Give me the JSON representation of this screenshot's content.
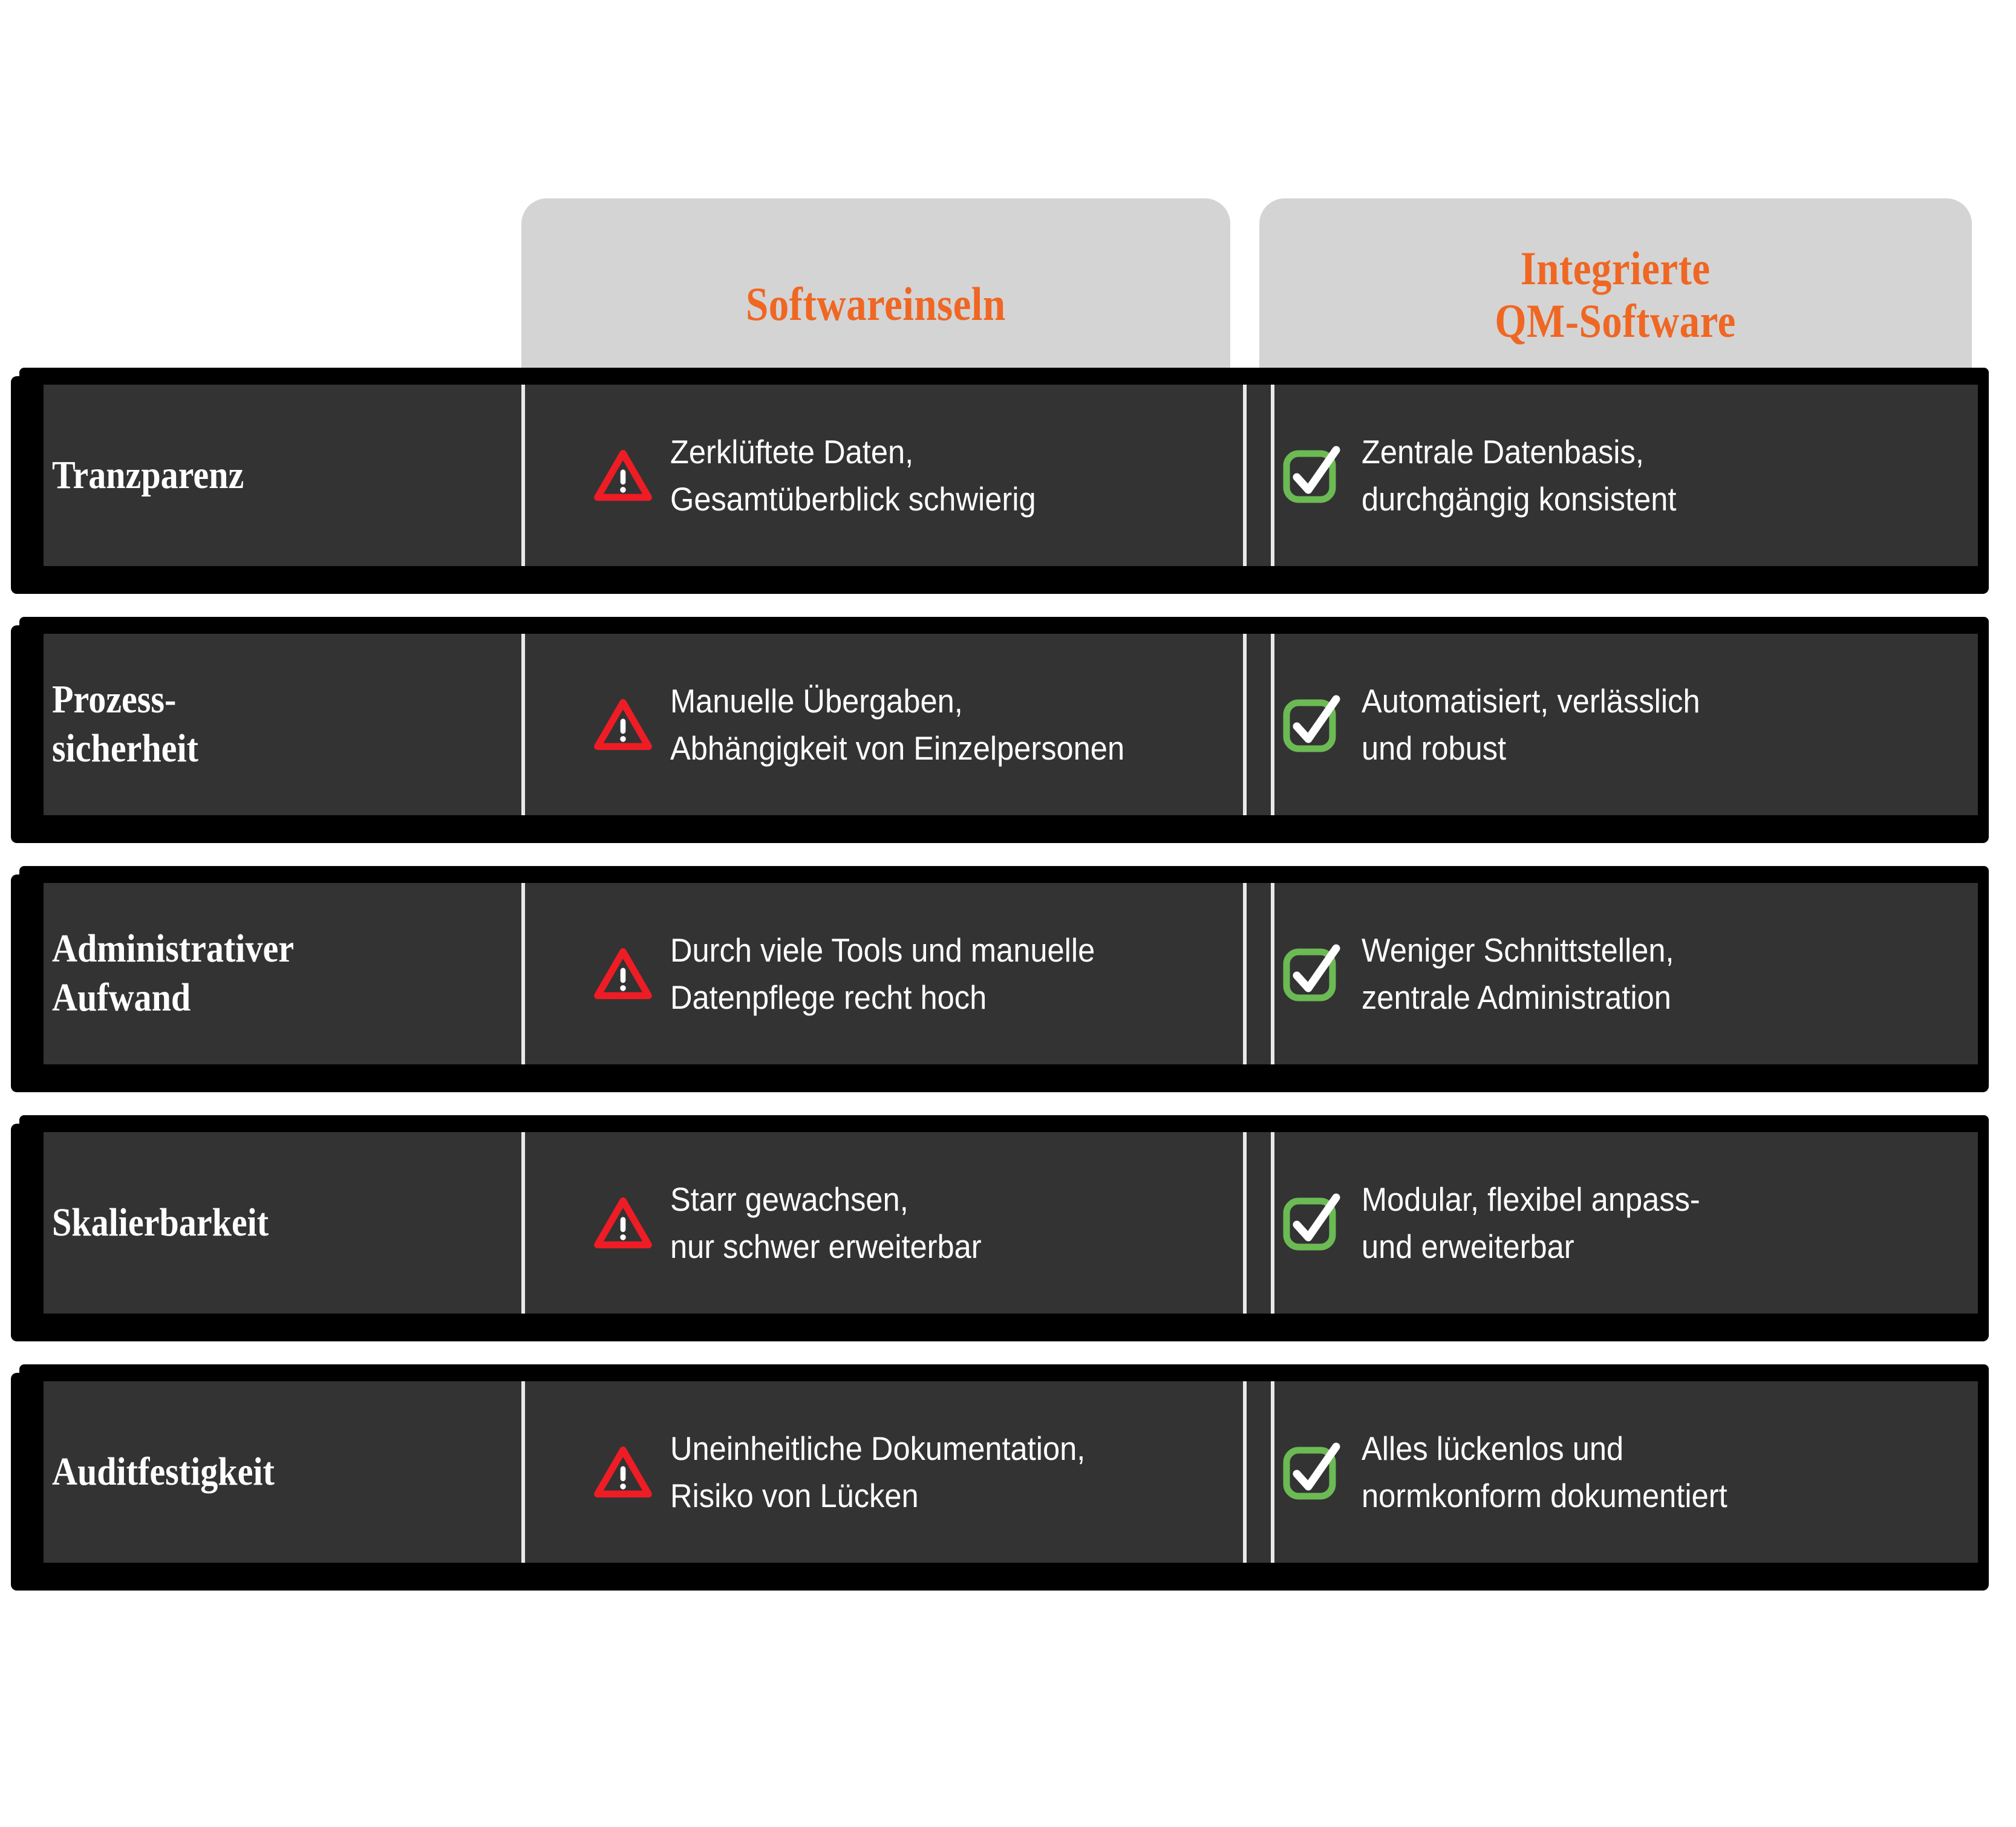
{
  "meta": {
    "accent_orange": "#ef6723",
    "panel_dark": "#333333",
    "header_gray": "#d4d4d4",
    "warn_red": "#ee1c25",
    "check_green": "#6cba54",
    "text_white": "#ffffff"
  },
  "headers": {
    "col1": "Softwareinseln",
    "col2": "Integrierte\nQM-Software"
  },
  "icons": {
    "negative": "warning-triangle-icon",
    "positive": "checkbox-check-icon"
  },
  "rows": [
    {
      "label": "Tranzparenz",
      "negative": "Zerklüftete Daten,\nGesamtüberblick schwierig",
      "positive": "Zentrale Datenbasis,\ndurchgängig konsistent"
    },
    {
      "label": "Prozess-\nsicherheit",
      "negative": "Manuelle Übergaben,\nAbhängigkeit von Einzelpersonen",
      "positive": "Automatisiert, verlässlich\nund robust"
    },
    {
      "label": "Administrativer\nAufwand",
      "negative": "Durch viele Tools und manuelle\nDatenpflege recht hoch",
      "positive": "Weniger Schnittstellen,\nzentrale Administration"
    },
    {
      "label": "Skalierbarkeit",
      "negative": "Starr gewachsen,\nnur schwer erweiterbar",
      "positive": "Modular, flexibel anpass-\nund erweiterbar"
    },
    {
      "label": "Auditfestigkeit",
      "negative": "Uneinheitliche Dokumentation,\nRisiko von Lücken",
      "positive": "Alles lückenlos und\nnormkonform dokumentiert"
    }
  ]
}
